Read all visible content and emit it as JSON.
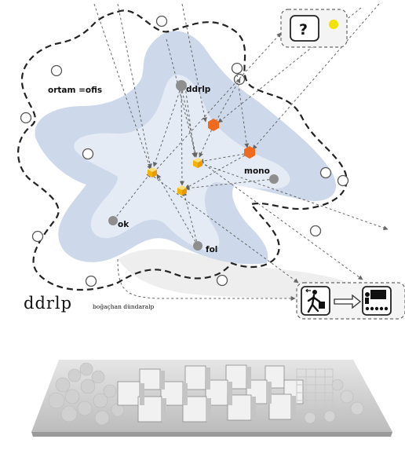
{
  "diagram": {
    "labels": {
      "ortam": "ortam =ofis",
      "ddrlp": "ddrlp",
      "mono": "mono",
      "ok": "ok",
      "fol": "fol",
      "question": "?"
    },
    "brand": {
      "logo": "ddrlp",
      "credit": "boğaçhan dündaralp"
    },
    "icons": [
      "question-mark-icon",
      "yellow-dot-icon",
      "walking-person-with-bag-icon",
      "arrow-right-icon",
      "audience-presentation-icon"
    ],
    "colors": {
      "outer_blob": "#cdd9ea",
      "inner_blob": "#e6edf6",
      "grey_node": "#8e8e8e",
      "orange_node": "#f06a1e",
      "yellow_node": "#f7c82b",
      "yellow_dot": "#f2e200",
      "dashed_boundary": "#222222"
    }
  },
  "photo": {
    "caption": ""
  }
}
